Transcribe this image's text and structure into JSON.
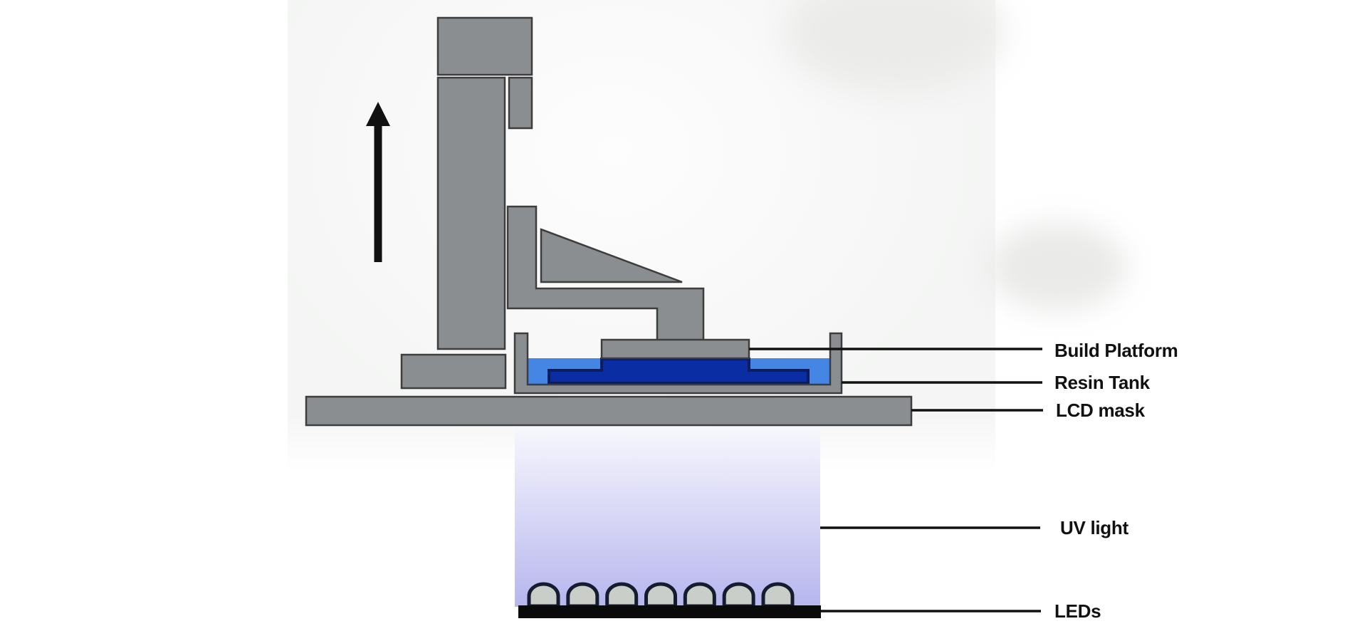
{
  "figure": {
    "description": "Cross-section diagram of an MSLA resin 3D printer",
    "labels": {
      "build_platform": "Build Platform",
      "resin_tank": "Resin Tank",
      "lcd_mask": "LCD mask",
      "uv_light": "UV light",
      "leds": "LEDs"
    },
    "icons": {
      "motion_arrow": "up-arrow-icon"
    },
    "leds": {
      "count": 7
    },
    "colors": {
      "machine_gray": "#8b8e90",
      "machine_outline": "#3d3d3d",
      "resin_light": "#4585e4",
      "resin_dark": "#0b2da3",
      "resin_dark_outline": "#0b1d5f",
      "uv_top": "#f7f7fd",
      "uv_bottom": "#b7b6ee",
      "led_fill": "#cacec9",
      "led_outline": "#161c30",
      "led_bar": "#0a0a0a",
      "ink": "#111111",
      "photo_background": "#f5f6f5"
    }
  }
}
